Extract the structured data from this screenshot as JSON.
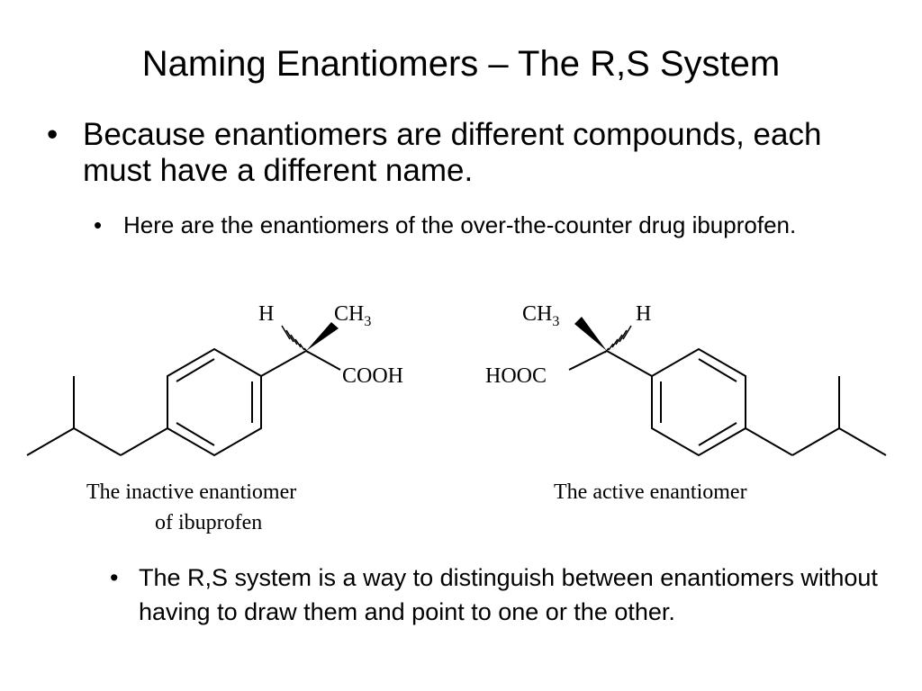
{
  "slide": {
    "title": "Naming Enantiomers – The R,S System",
    "bullets": [
      {
        "text": "Because enantiomers are different compounds, each must have a different name."
      },
      {
        "text": "Here are the enantiomers of the over-the-counter drug ibuprofen."
      },
      {
        "text": "The R,S system is a way to distinguish between enantiomers without having to draw them and point to one or the other."
      }
    ],
    "bullet_glyph": "•"
  },
  "figure": {
    "left": {
      "label_h": "H",
      "label_ch3": "CH",
      "label_ch3_sub": "3",
      "label_cooh": "COOH",
      "caption_line1": "The inactive enantiomer",
      "caption_line2": "of ibuprofen"
    },
    "right": {
      "label_h": "H",
      "label_ch3": "CH",
      "label_ch3_sub": "3",
      "label_hooc": "HOOC",
      "caption_line1": "The active enantiomer"
    }
  }
}
